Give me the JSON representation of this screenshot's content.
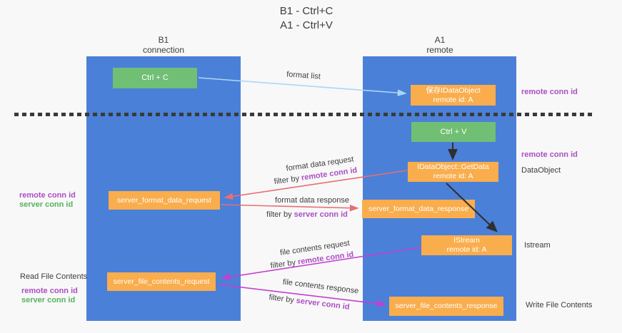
{
  "title": {
    "line1": "B1 - Ctrl+C",
    "line2": "A1 - Ctrl+V"
  },
  "lifelines": {
    "left": {
      "name_line1": "B1",
      "name_line2": "connection"
    },
    "right": {
      "name_line1": "A1",
      "name_line2": "remote"
    }
  },
  "boxes": {
    "ctrl_c": {
      "label": "Ctrl + C"
    },
    "save_idataobject": {
      "line1": "保存IDataObject",
      "line2": "remote id: A"
    },
    "ctrl_v": {
      "label": "Ctrl + V"
    },
    "getdata": {
      "line1": "IDataObject::GetData",
      "line2": "remote id: A"
    },
    "server_format_data_request": {
      "label": "server_format_data_request"
    },
    "server_format_data_response": {
      "label": "server_format_data_response"
    },
    "istream": {
      "line1": "IStream",
      "line2": "remote id: A"
    },
    "server_file_contents_request": {
      "label": "server_file_contents_request"
    },
    "server_file_contents_response": {
      "label": "server_file_contents_response"
    }
  },
  "arrow_labels": {
    "format_list": "format list",
    "format_data_request": "format data request",
    "format_data_response": "format data response",
    "file_contents_request": "file contents request",
    "file_contents_response": "file contents response",
    "filter_by": "filter by ",
    "remote_conn_id": "remote conn id",
    "server_conn_id": "server conn id"
  },
  "side_annotations": {
    "left": {
      "remote_conn_id": "remote conn id",
      "server_conn_id": "server conn id",
      "read_file_contents": "Read File Contents"
    },
    "right": {
      "remote_conn_id_top": "remote conn id",
      "remote_conn_id_mid": "remote conn id",
      "dataobject": "DataObject",
      "istream": "Istream",
      "write_file_contents": "Write File Contents"
    }
  },
  "colors": {
    "lifeline_blue": "#4b80d8",
    "box_green": "#70bf74",
    "box_orange": "#f9ad4c",
    "arrow_red": "#e76e72",
    "arrow_magenta": "#c53ecf",
    "arrow_lightblue": "#aad7f6",
    "arrow_black": "#2f2f2f",
    "text_purple": "#aa4fc3",
    "text_green": "#56b35e",
    "background": "#f8f8f8"
  }
}
